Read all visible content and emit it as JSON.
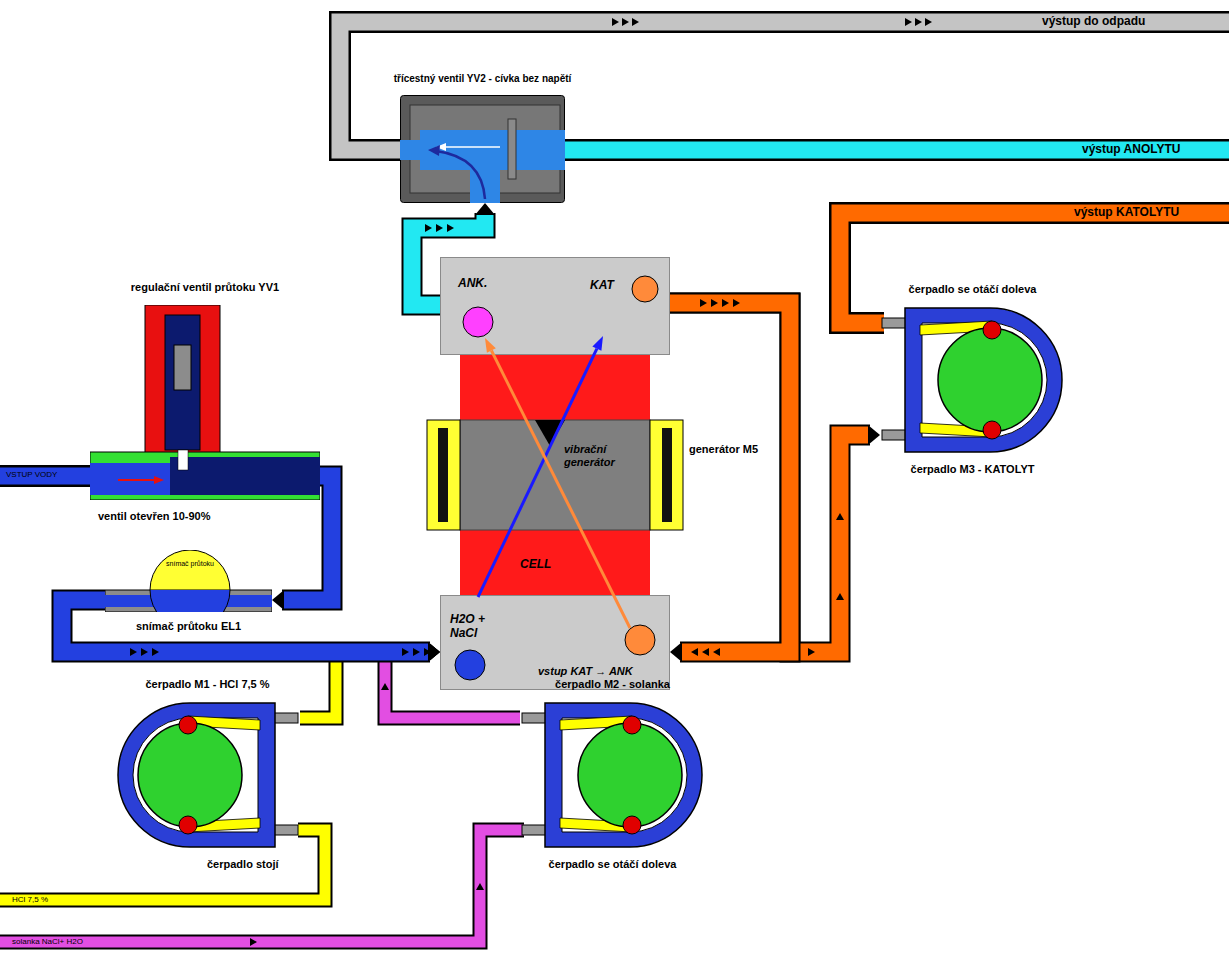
{
  "diagram": {
    "nodes": [
      {
        "text": [
          "třícestný ventil YV2 - cívka bez napětí"
        ]
      },
      {
        "text": [
          "ANK.",
          "KAT"
        ]
      },
      {
        "text": [
          "regulační ventil průtoku YV1",
          "ventil otevřen 10-90%"
        ]
      },
      {
        "text": [
          "vibrační generátor",
          "CELL",
          "generátor M5"
        ]
      },
      {
        "text": [
          "čerpadlo se otáčí doleva",
          "čerpadlo M3 - KATOLYT"
        ]
      },
      {
        "text": [
          "snímač průtoku",
          "snímač průtoku EL1"
        ]
      },
      {
        "text": [
          "H2O + NaCl",
          "vstup KAT → ANK"
        ]
      },
      {
        "text": [
          "čerpadlo M1 - HCl 7,5 %",
          "čerpadlo stojí"
        ]
      },
      {
        "text": [
          "čerpadlo M2 - solanka",
          "čerpadlo se otáčí doleva"
        ]
      }
    ],
    "edges": [
      {
        "from": 1,
        "to": 0,
        "arrow": "to"
      },
      {
        "from": 2,
        "to": 5,
        "arrow": "to"
      },
      {
        "from": 5,
        "to": 6,
        "arrow": "to"
      },
      {
        "from": 7,
        "to": 6,
        "arrow": "to"
      },
      {
        "from": 8,
        "to": 6,
        "arrow": "to"
      },
      {
        "from": 1,
        "to": 4,
        "arrow": "to"
      },
      {
        "from": 1,
        "to": 6,
        "arrow": "to"
      }
    ],
    "labels": [
      "výstup do odpadu",
      "výstup ANOLYTU",
      "výstup KATOLYTU",
      "VSTUP VODY",
      "HCl 7,5 %",
      "solanka NaCl+ H2O"
    ]
  }
}
